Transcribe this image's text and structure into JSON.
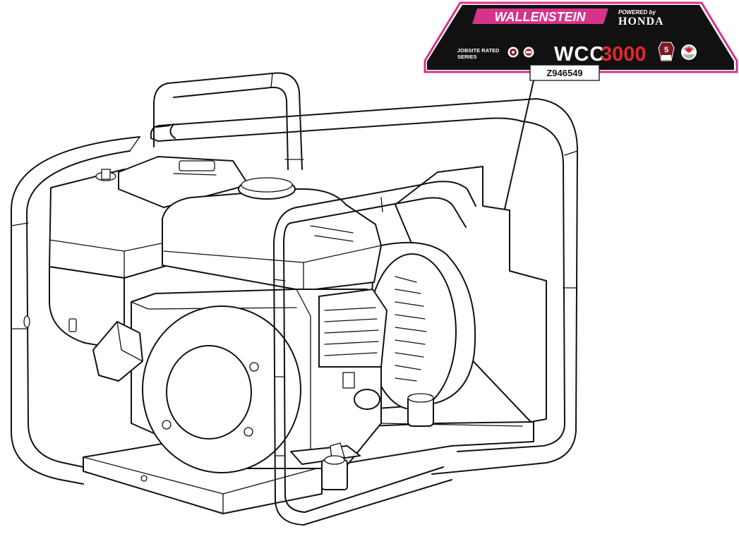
{
  "decal": {
    "brand": "WALLENSTEIN",
    "powered_by": "POWERED by",
    "engine_brand": "HONDA",
    "series_line1": "JOBSITE RATED",
    "series_line2": "SERIES",
    "model_prefix": "WCC",
    "model_number": "3000",
    "part_number": "Z946549"
  },
  "colors": {
    "decal_background": "#111111",
    "decal_border": "#d6338a",
    "model_accent": "#e0282e"
  }
}
